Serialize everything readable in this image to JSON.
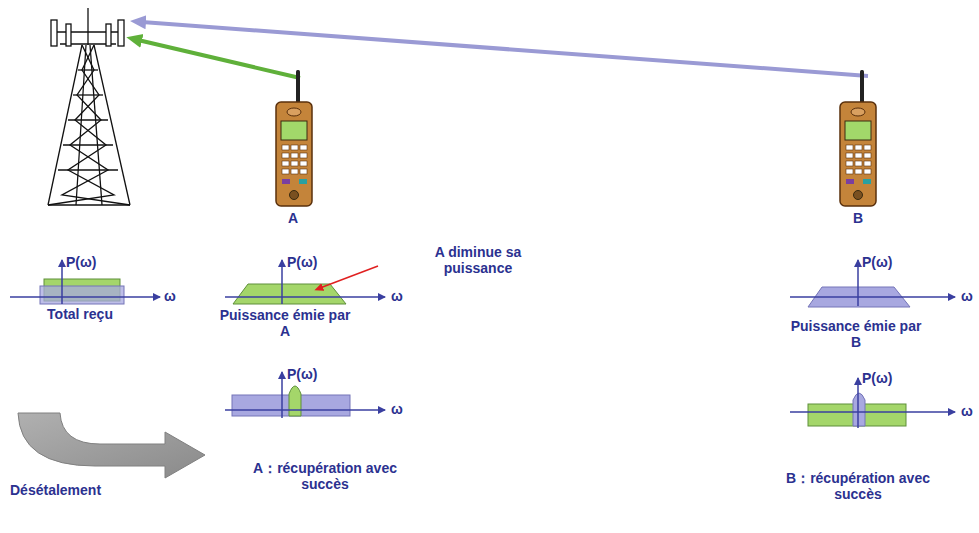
{
  "diagram": {
    "labels": [
      "A",
      "B",
      "P(ω)",
      "ω",
      "Total reçu",
      "P(ω)",
      "A diminue sa puissance",
      "ω",
      "Puissance émie par A",
      "P(ω)",
      "ω",
      "Puissance émie par B",
      "P(ω)",
      "ω",
      "Désétalement",
      "A：récupération avec succès",
      "P(ω)",
      "ω",
      "B：récupération avec succès"
    ]
  }
}
